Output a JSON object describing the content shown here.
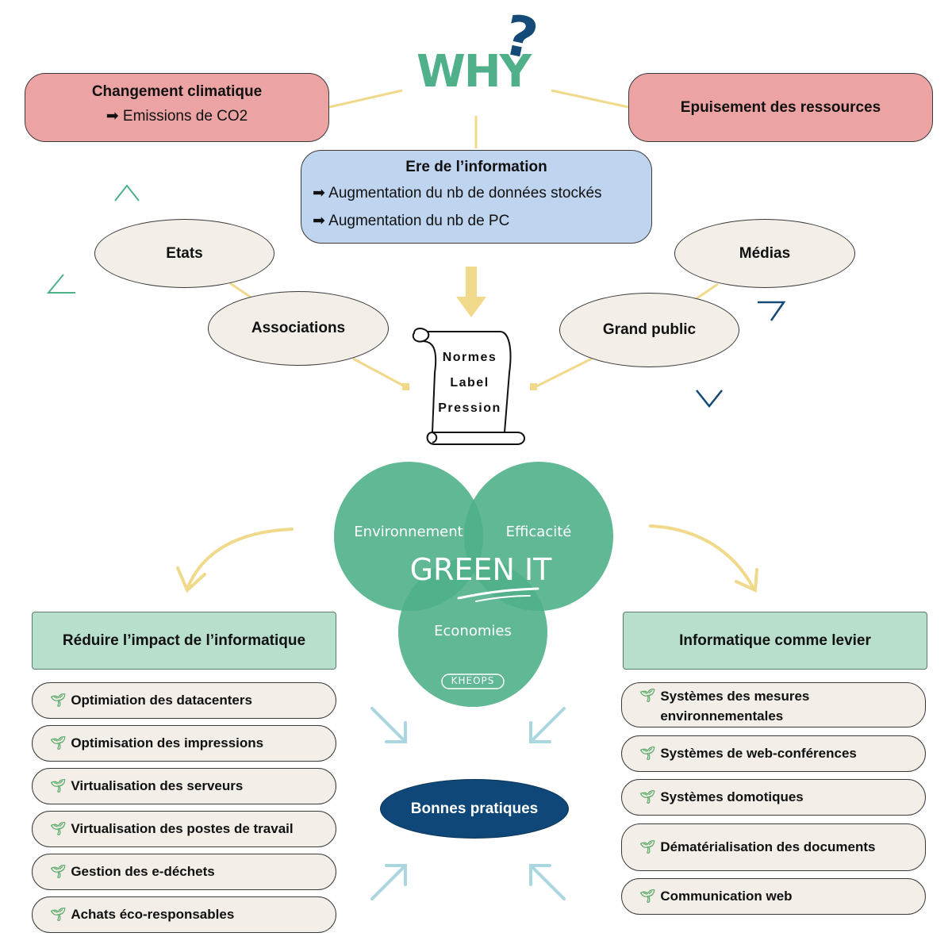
{
  "why": {
    "word": "WHY",
    "mark": "?"
  },
  "top_left": {
    "title": "Changement climatique",
    "line": "➡ Emissions de CO2"
  },
  "top_right": {
    "title": "Epuisement des ressources"
  },
  "center_box": {
    "title": "Ere de l’information",
    "lines": [
      "➡ Augmentation du nb de données stockés",
      "➡ Augmentation du nb de PC"
    ]
  },
  "actors": {
    "etats": "Etats",
    "associations": "Associations",
    "medias": "Médias",
    "grand_public": "Grand public"
  },
  "scroll": {
    "lines": [
      "Normes",
      "Label",
      "Pression"
    ]
  },
  "venn": {
    "environnement": "Environnement",
    "efficacite": "Efficacité",
    "economies": "Economies",
    "center": "GREEN IT",
    "brand": "KHEOPS"
  },
  "left_column": {
    "title": "Réduire l’impact de l’informatique",
    "items": [
      "Optimiation des datacenters",
      "Optimisation des impressions",
      "Virtualisation des serveurs",
      "Virtualisation des postes de travail",
      "Gestion des e-déchets",
      "Achats éco-responsables"
    ]
  },
  "right_column": {
    "title": "Informatique comme levier",
    "items": [
      "Systèmes des mesures environnementales",
      "Systèmes de web-conférences",
      "Systèmes domotiques",
      "Dématérialisation des documents",
      "Communication web"
    ]
  },
  "bonnes_pratiques": "Bonnes pratiques",
  "colors": {
    "red_box": "#eba3a3",
    "blue_box": "#bfd4ef",
    "green_head": "#b8dfcb",
    "cream": "#f3eee7",
    "venn_green": "#4fb08a",
    "navy": "#0f4878",
    "connector": "#f0d98a",
    "arrow_light_blue": "#a9d6df"
  }
}
